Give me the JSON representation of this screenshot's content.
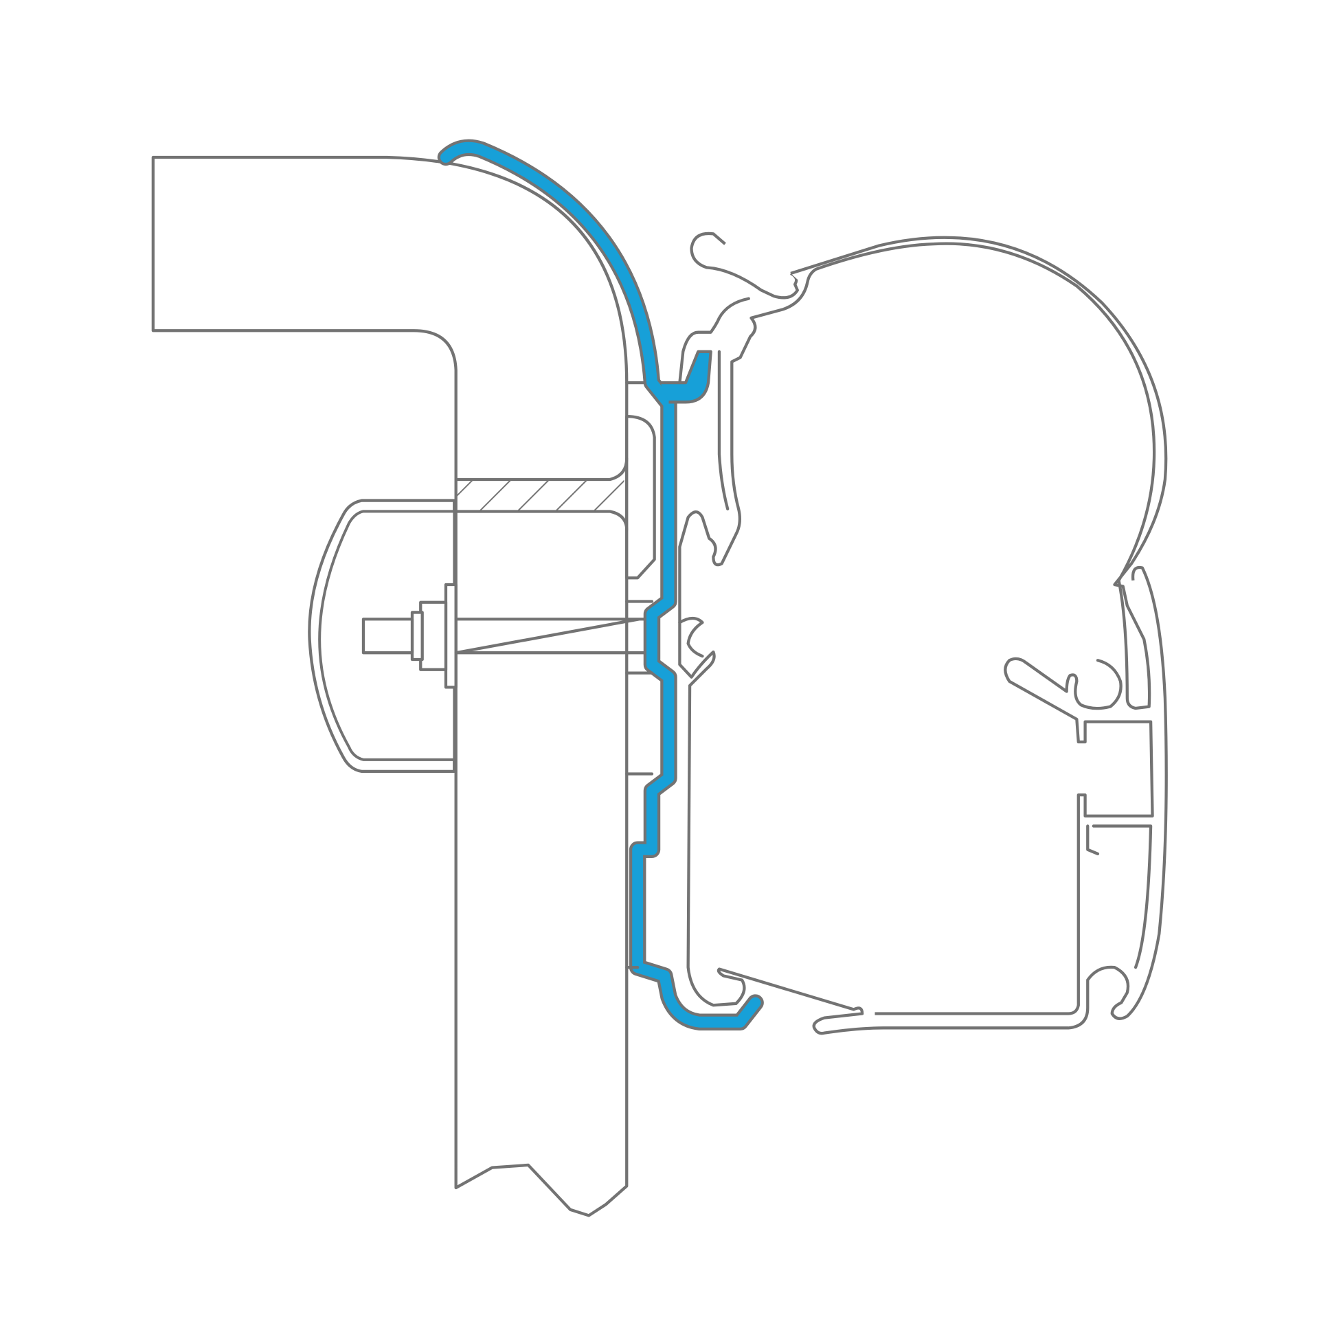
{
  "diagram": {
    "subject": "",
    "colors": {
      "outline": "#737373",
      "adapter_highlight": "#17a0d8",
      "background": "#ffffff"
    },
    "parts": [
      "wall-section",
      "adapter-rail",
      "awning-profile",
      "end-cap",
      "bolt"
    ]
  }
}
